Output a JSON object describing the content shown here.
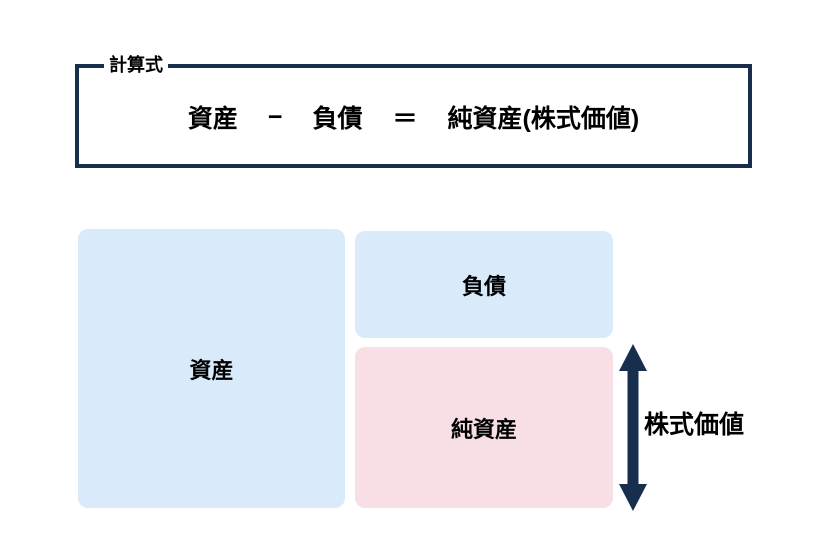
{
  "colors": {
    "navy": "#172e4d",
    "light_blue": "#d9eafb",
    "pink": "#f8dfe5",
    "text": "#000000",
    "background": "#ffffff"
  },
  "formula_box": {
    "legend": "計算式",
    "terms": [
      "資産",
      "−",
      "負債",
      "＝",
      "純資産(株式価値)"
    ]
  },
  "diagram": {
    "assets_box": {
      "label": "資産"
    },
    "liabilities_box": {
      "label": "負債"
    },
    "net_assets_box": {
      "label": "純資産"
    },
    "equity_arrow_label": "株式価値"
  }
}
